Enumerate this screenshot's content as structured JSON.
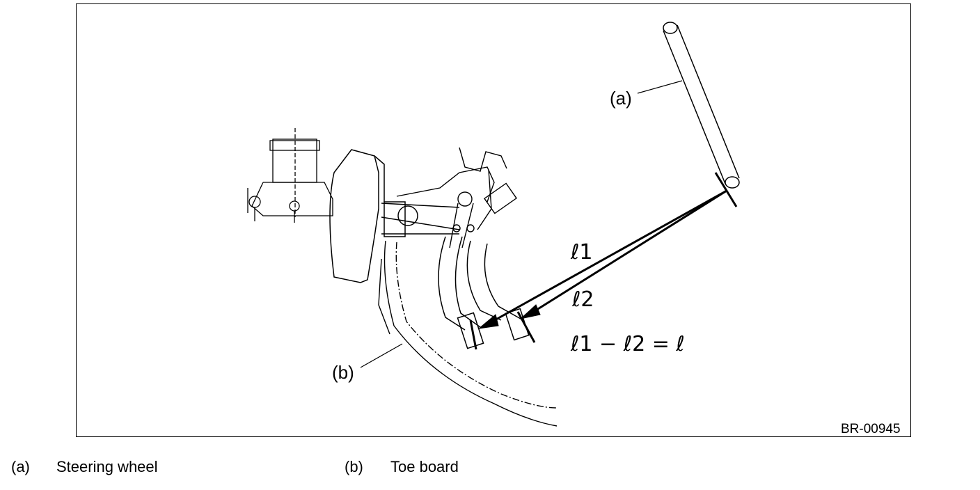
{
  "figure": {
    "callouts": {
      "a": "(a)",
      "b": "(b)"
    },
    "lengths": {
      "l1": "ℓ1",
      "l2": "ℓ2"
    },
    "formula": "ℓ1 − ℓ2 = ℓ",
    "code": "BR-00945"
  },
  "legend": [
    {
      "key": "(a)",
      "text": "Steering wheel"
    },
    {
      "key": "(b)",
      "text": "Toe board"
    }
  ]
}
